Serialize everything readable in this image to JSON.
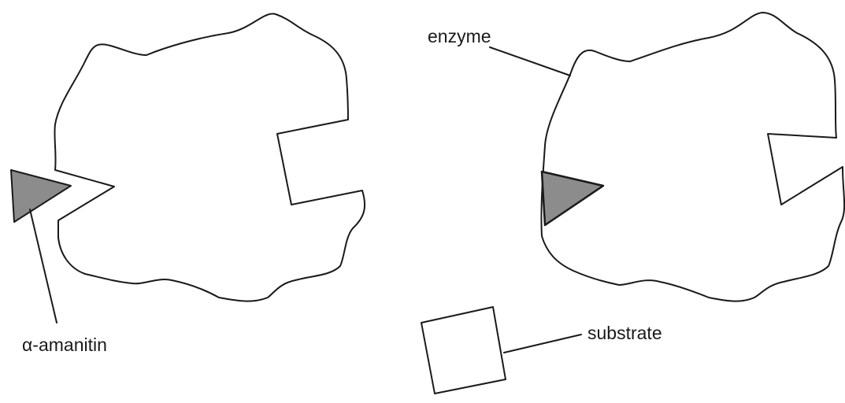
{
  "labels": {
    "inhibitor": "α-amanitin",
    "enzyme": "enzyme",
    "substrate": "substrate"
  },
  "colors": {
    "outline": "#1a1a1a",
    "inhibitor_fill": "#8c8c8c",
    "background": "#ffffff"
  }
}
